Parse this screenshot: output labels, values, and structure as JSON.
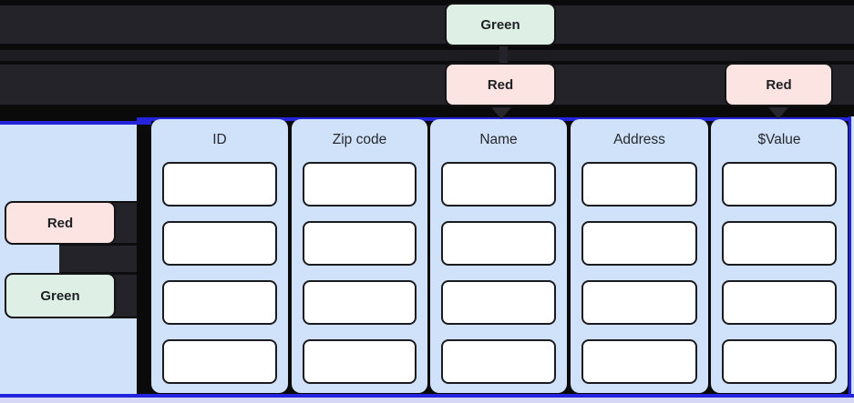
{
  "badges": {
    "top_green": "Green",
    "top_red_name": "Red",
    "top_red_value": "Red",
    "left_red": "Red",
    "left_green": "Green"
  },
  "table": {
    "columns": {
      "id": "ID",
      "zip": "Zip code",
      "name": "Name",
      "address": "Address",
      "value": "$Value"
    },
    "rows_per_column": 4,
    "cell_values": [
      "",
      "",
      "",
      ""
    ]
  },
  "colors": {
    "canvas_background": "#0a0a0b",
    "node_bar_gray": "#232329",
    "node_light_blue": "#cfe2fa",
    "selection_blue": "#2424dd",
    "badge_red": "#fbe4e1",
    "badge_green": "#def0e5",
    "cell_white": "#ffffff",
    "bottom_node_lavender": "#d6d7f4"
  }
}
